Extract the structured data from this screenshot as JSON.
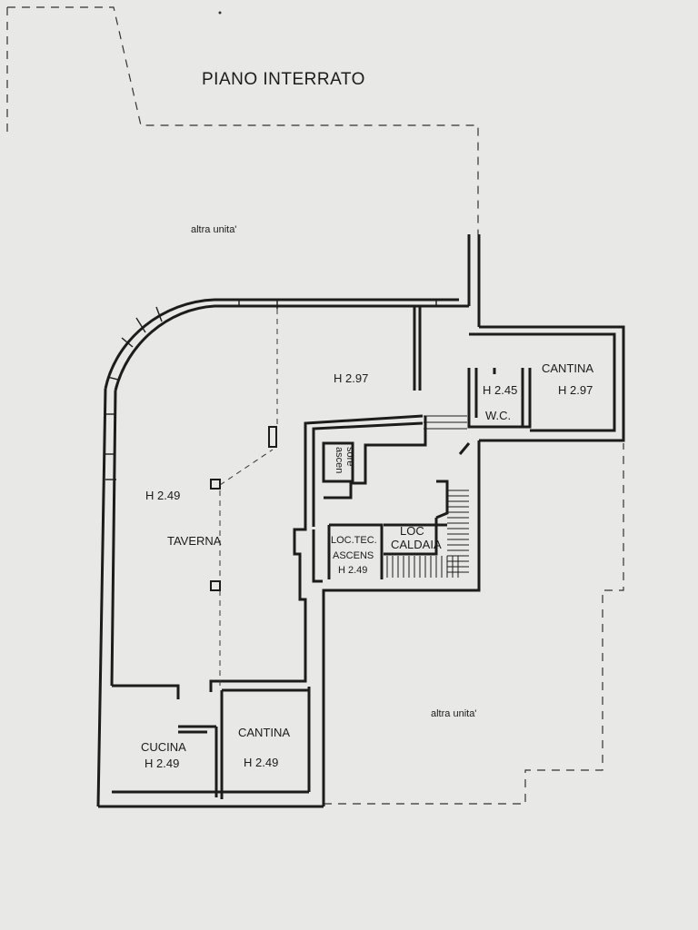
{
  "plan": {
    "title": "PIANO INTERRATO",
    "labels": {
      "altra_unita_top": "altra unita'",
      "altra_unita_bottom": "altra unita'",
      "main_height": "H 2.97",
      "cantina_right": "CANTINA",
      "cantina_right_height": "H 2.97",
      "wc_height": "H 2.45",
      "wc": "W.C.",
      "ascensore_1": "ascen",
      "ascensore_2": "sore",
      "taverna_height": "H 2.49",
      "taverna": "TAVERNA",
      "loc_tec": "LOC.TEC.",
      "ascens": "ASCENS",
      "loc_tec_height": "H 2.49",
      "loc_caldaia_1": "LOC",
      "loc_caldaia_2": "CALDAIA",
      "cucina": "CUCINA",
      "cucina_height": "H 2.49",
      "cantina_bottom": "CANTINA",
      "cantina_bottom_height": "H 2.49"
    }
  }
}
